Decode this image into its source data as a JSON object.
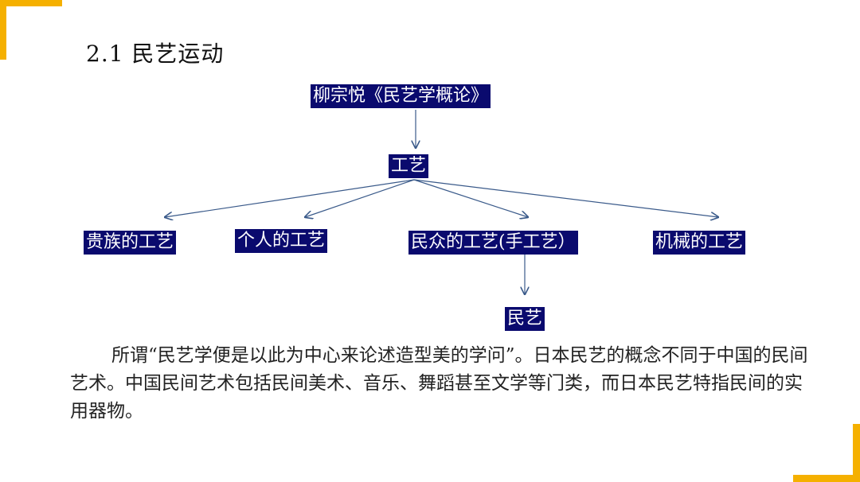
{
  "title": "2.1  民艺运动",
  "diagram": {
    "root": "柳宗悦《民艺学概论》",
    "level1": "工艺",
    "level2": [
      "贵族的工艺",
      "个人的工艺",
      "民众的工艺(手工艺）",
      "机械的工艺"
    ],
    "level3": "民艺"
  },
  "paragraph": "所谓“民艺学便是以此为中心来论述造型美的学问”。日本民艺的概念不同于中国的民间艺术。中国民间艺术包括民间美术、音乐、舞蹈甚至文学等门类，而日本民艺特指民间的实用器物。",
  "colors": {
    "accent": "#f5b000",
    "node_fill": "#0a0a6e",
    "node_text": "#ffffff",
    "line": "#3a5a8a"
  }
}
